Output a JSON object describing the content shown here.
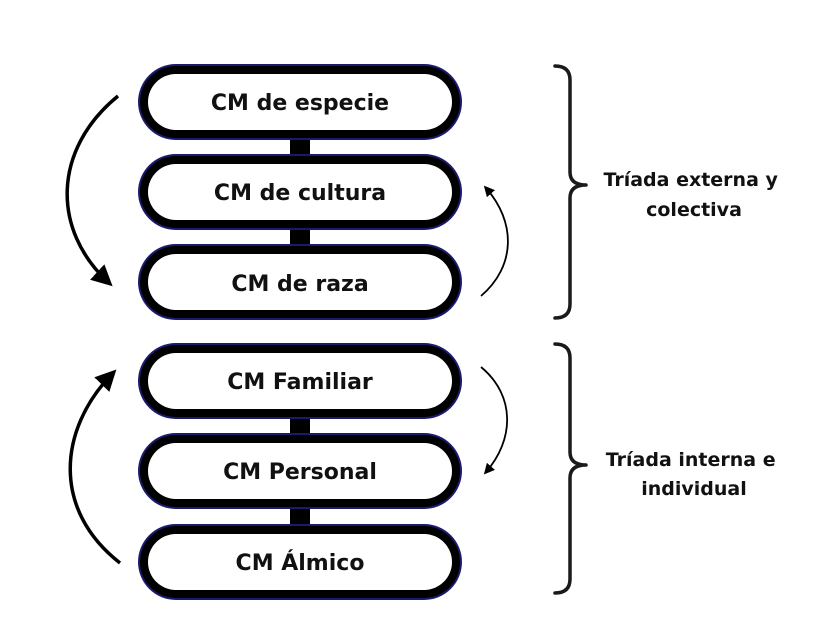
{
  "colors": {
    "background": "#ffffff",
    "pill_outer_ring": "#1a1a6e",
    "pill_border": "#000000",
    "pill_fill": "#ffffff",
    "connector": "#000000",
    "arrow": "#000000",
    "text": "#111111"
  },
  "external_triad": {
    "items": [
      "CM de especie",
      "CM de cultura",
      "CM de raza"
    ],
    "label_line1": "Tríada externa y",
    "label_line2": "colectiva"
  },
  "internal_triad": {
    "items": [
      "CM Familiar",
      "CM Personal",
      "CM Álmico"
    ],
    "label_line1": "Tríada interna e",
    "label_line2": "individual"
  }
}
